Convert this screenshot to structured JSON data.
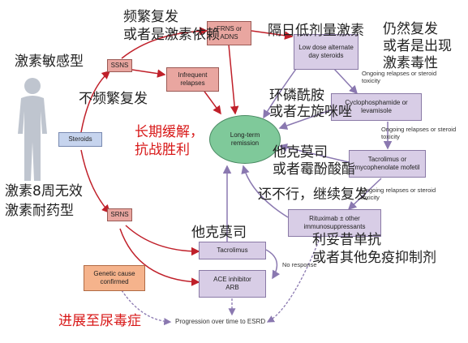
{
  "nodes": {
    "ssns": "SSNS",
    "srns": "SRNS",
    "steroids": "Steroids",
    "frns": "FRNS or ADNS",
    "infrequent": "Infrequent relapses",
    "low_dose": "Low dose alternate day steroids",
    "cyclo": "Cyclophosphamide or levamisole",
    "tacro_mmf": "Tacrolimus or mycophenolate mofetil",
    "rituximab": "Rituximab ± other immunosuppressants",
    "remission": "Long-term remission",
    "tacrolimus": "Tacrolimus",
    "ace": "ACE inhibitor ARB",
    "genetic": "Genetic cause confirmed",
    "progression": "Progression over time to ESRD"
  },
  "edge_labels": {
    "relapse1": "Ongoing relapses or steroid toxicity",
    "relapse2": "Ongoing relapses or steroid toxicity",
    "relapse3": "Ongoing relapses or steroid toxicity",
    "no_response": "No response"
  },
  "annotations": {
    "frequent": "频繁复发\n或者是激素依赖",
    "low_dose_zh": "隔日低剂量激素",
    "toxicity_zh": "仍然复发\n或者是出现\n激素毒性",
    "sensitive": "激素敏感型",
    "infrequent_zh": "不频繁复发",
    "cyclo_zh": "环磷酰胺\n或者左旋咪唑",
    "remission_zh": "长期缓解，\n抗战胜利",
    "tacro_mmf_zh": "他克莫司\n或者霉酚酸酯",
    "continue_zh": "还不行，继续复发",
    "resistant": "激素8周无效\n激素耐药型",
    "tacrolimus_zh": "他克莫司",
    "rituximab_zh": "利妥昔单抗\n或者其他免疫抑制剂",
    "esrd_zh": "进展至尿毒症"
  },
  "colors": {
    "red_text": "#d81818",
    "pink_box": "#e9a6a0",
    "lavender_box": "#d8cde6",
    "blue_box": "#c6d4ee",
    "remission_oval": "#7fc99a",
    "genetic_box": "#f5b38c",
    "arrow_red": "#c0202a",
    "arrow_purple": "#8a78b0"
  },
  "icons": {
    "person": "person-silhouette-icon"
  }
}
